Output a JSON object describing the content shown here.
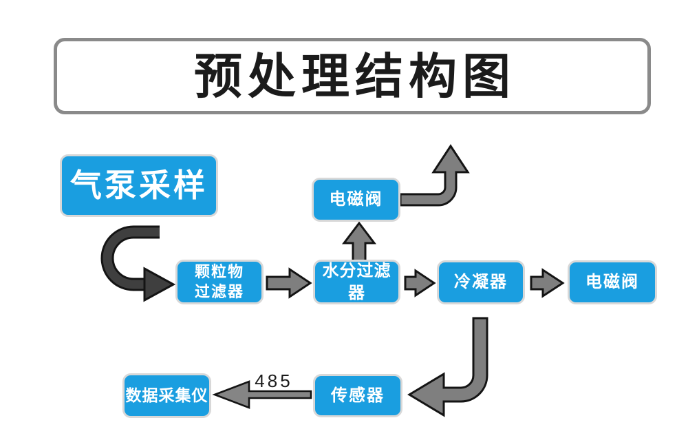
{
  "title": "预处理结构图",
  "nodes": {
    "pump": {
      "label": "气泵采样"
    },
    "particulate_filter": {
      "line1": "颗粒物",
      "line2": "过滤器"
    },
    "valve_top": {
      "label": "电磁阀"
    },
    "moisture_filter": {
      "label": "水分过滤器"
    },
    "condenser": {
      "label": "冷凝器"
    },
    "valve_right": {
      "label": "电磁阀"
    },
    "sensor": {
      "label": "传感器"
    },
    "data_collector": {
      "label": "数据采集仪"
    }
  },
  "edges": [
    {
      "from": "pump",
      "to": "particulate_filter"
    },
    {
      "from": "particulate_filter",
      "to": "moisture_filter"
    },
    {
      "from": "moisture_filter",
      "to": "valve_top"
    },
    {
      "from": "valve_top",
      "to": "exhaust-out"
    },
    {
      "from": "moisture_filter",
      "to": "condenser"
    },
    {
      "from": "condenser",
      "to": "valve_right"
    },
    {
      "from": "condenser",
      "to": "sensor"
    },
    {
      "from": "sensor",
      "to": "data_collector",
      "label": "485"
    }
  ],
  "colors": {
    "node_fill": "#1A9EE0",
    "node_border": "#D8D8D8",
    "node_text": "#FFFFFF",
    "arrow_gray": "#7F7F7F",
    "arrow_dark": "#3F3F3F",
    "arrow_outline": "#141414",
    "title_border": "#8A8A8A",
    "title_text": "#1B1B1B",
    "background": "#FFFFFF"
  }
}
